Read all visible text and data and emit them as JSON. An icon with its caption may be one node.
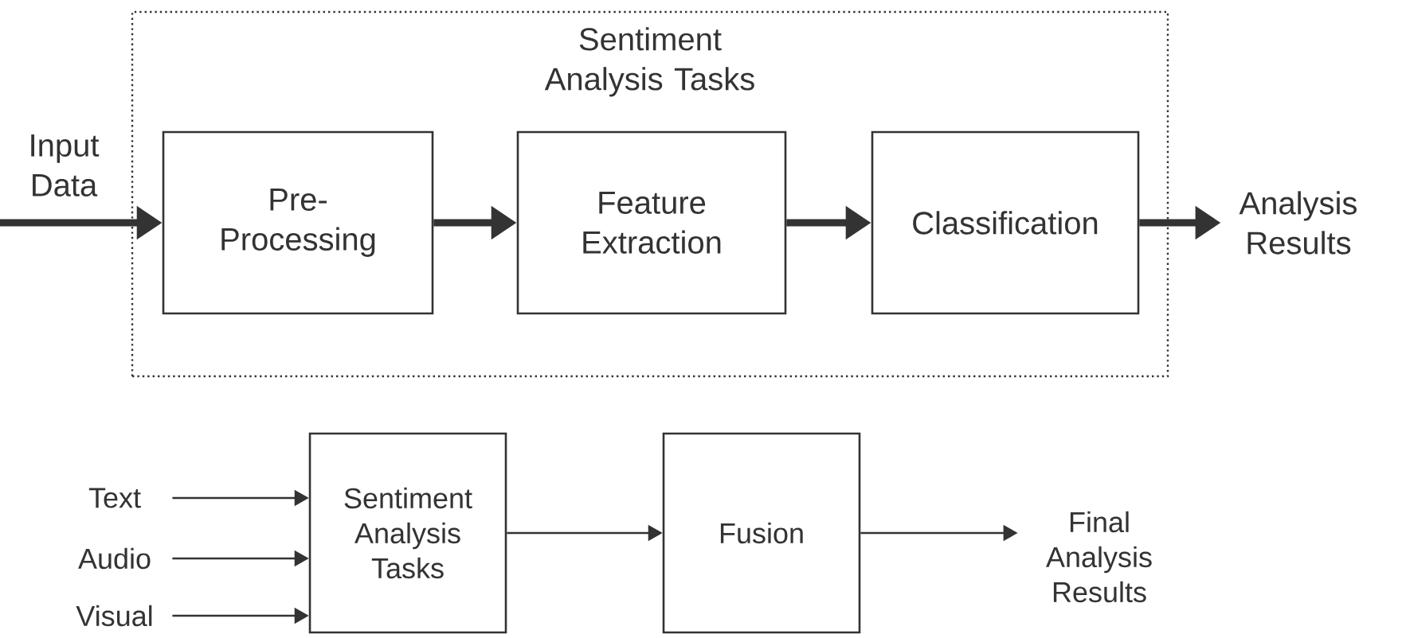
{
  "diagram": {
    "nodes": [
      {
        "text": [
          "Sentiment Analysis Tasks"
        ]
      },
      {
        "text": [
          "Input Data"
        ]
      },
      {
        "text": [
          "Pre-Processing"
        ],
        "in": 0
      },
      {
        "text": [
          "Feature Extraction"
        ],
        "in": 0
      },
      {
        "text": [
          "Classification"
        ],
        "in": 0
      },
      {
        "text": [
          "Analysis Results"
        ]
      },
      {
        "text": [
          "Text"
        ]
      },
      {
        "text": [
          "Audio"
        ]
      },
      {
        "text": [
          "Visual"
        ]
      },
      {
        "text": [
          "Sentiment Analysis Tasks"
        ]
      },
      {
        "text": [
          "Fusion"
        ]
      },
      {
        "text": [
          "Final Analysis Results"
        ]
      }
    ],
    "edges": [
      {
        "from": 1,
        "to": 2,
        "arrow": "to",
        "style": "thick"
      },
      {
        "from": 2,
        "to": 3,
        "arrow": "to",
        "style": "thick"
      },
      {
        "from": 3,
        "to": 4,
        "arrow": "to",
        "style": "thick"
      },
      {
        "from": 4,
        "to": 5,
        "arrow": "to",
        "style": "thick"
      },
      {
        "from": 6,
        "to": 9,
        "arrow": "to"
      },
      {
        "from": 7,
        "to": 9,
        "arrow": "to"
      },
      {
        "from": 8,
        "to": 9,
        "arrow": "to"
      },
      {
        "from": 9,
        "to": 10,
        "arrow": "to"
      },
      {
        "from": 10,
        "to": 11,
        "arrow": "to"
      }
    ]
  }
}
